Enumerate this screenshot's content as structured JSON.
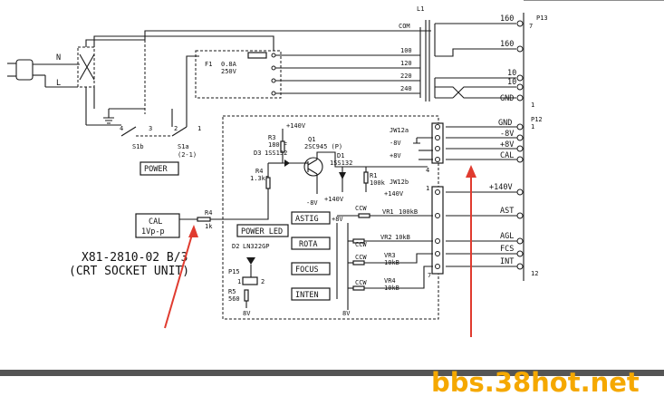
{
  "transformer": {
    "label": "L1",
    "com": "COM",
    "taps": [
      "100",
      "120",
      "220",
      "240"
    ]
  },
  "fuse": {
    "ref": "F1",
    "rating": "0.8A",
    "voltage": "250V"
  },
  "mains": {
    "n": "N",
    "l": "L"
  },
  "switch": {
    "ref_b": "S1b",
    "ref_a": "S1a",
    "ref_a_sub": "(2-1)",
    "pins": [
      "4",
      "3",
      "2",
      "1"
    ],
    "label": "POWER"
  },
  "p13": {
    "ref": "P13",
    "pin_top": "7",
    "pin_bottom": "1",
    "signals": [
      "160",
      "160",
      "10",
      "10",
      "GND"
    ]
  },
  "p12": {
    "ref": "P12",
    "pin_top": "1",
    "pin_bottom": "12",
    "signals": [
      "GND",
      "-8V",
      "+8V",
      "CAL",
      "+140V",
      "AST",
      "AGL",
      "FCS",
      "INT"
    ]
  },
  "jumpers": {
    "jw12a": "JW12a",
    "jw12b": "JW12b",
    "minus8": "-8V",
    "plus8": "+8V",
    "plus140": "+140V",
    "pin4": "4",
    "pin1": "1",
    "pin7": "7"
  },
  "transistor": {
    "ref": "Q1",
    "part": "2SC945 (P)"
  },
  "r3": {
    "ref": "R3",
    "value": "180kF"
  },
  "d3": {
    "ref": "D3",
    "part": "1SS132"
  },
  "r4_inner": {
    "ref": "R4",
    "value": "1.3kF"
  },
  "d1": {
    "ref": "D1",
    "part": "1SS132"
  },
  "r1": {
    "ref": "R1",
    "value": "100k"
  },
  "supply": {
    "plus140": "+140V",
    "minus8": "-8V",
    "plus140_b": "+140V",
    "plus8": "+8V",
    "gnd8": "8V",
    "gnd8b": "8V"
  },
  "pots": [
    {
      "ref": "VR1",
      "value": "100kB",
      "ccw": "CCW",
      "label": "ASTIG"
    },
    {
      "ref": "VR2",
      "value": "10kB",
      "ccw": "CCW",
      "label": "ROTA"
    },
    {
      "ref": "VR3",
      "value": "10kB",
      "ccw": "CCW",
      "label": "FOCUS"
    },
    {
      "ref": "VR4",
      "value": "10kB",
      "ccw": "CCW",
      "label": "INTEN"
    }
  ],
  "power_led": {
    "label": "POWER LED",
    "ref": "D2",
    "part": "LN322GP"
  },
  "p15": {
    "ref": "P15",
    "pin1": "1",
    "pin2": "2",
    "r5": "R5",
    "r5_value": "560"
  },
  "cal_box": {
    "line1": "CAL",
    "line2": "1Vp-p"
  },
  "r4_outer": {
    "ref": "R4",
    "value": "1k"
  },
  "board": {
    "line1": "X81-2810-02 B/3",
    "line2": "(CRT SOCKET UNIT)"
  },
  "watermark": "bbs.38hot.net",
  "colors": {
    "arrow": "#e03b2f",
    "watermark": "#f5a800",
    "bar": "#555555"
  }
}
